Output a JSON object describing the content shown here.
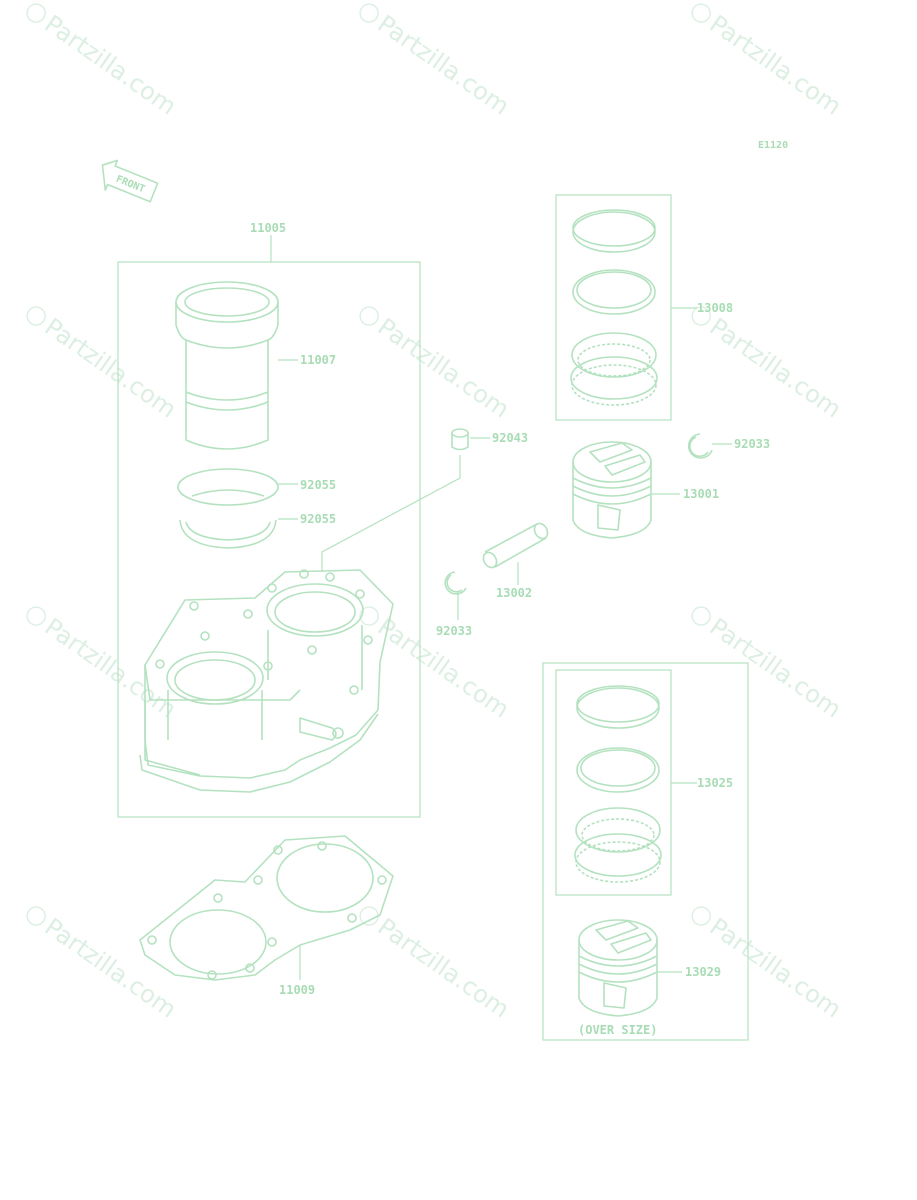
{
  "diagram": {
    "code": "E1120",
    "front_arrow": "FRONT",
    "labels": {
      "l11005": "11005",
      "l11007": "11007",
      "l92055a": "92055",
      "l92055b": "92055",
      "l92043": "92043",
      "l13008": "13008",
      "l92033a": "92033",
      "l13001": "13001",
      "l13002": "13002",
      "l92033b": "92033",
      "l13025": "13025",
      "l13029": "13029",
      "l11009": "11009",
      "oversize": "(OVER SIZE)"
    },
    "watermark": "Partzilla.com",
    "colors": {
      "line": "#b4e2c0",
      "text": "#a8dcb4",
      "watermark": "#dcefe2"
    }
  }
}
